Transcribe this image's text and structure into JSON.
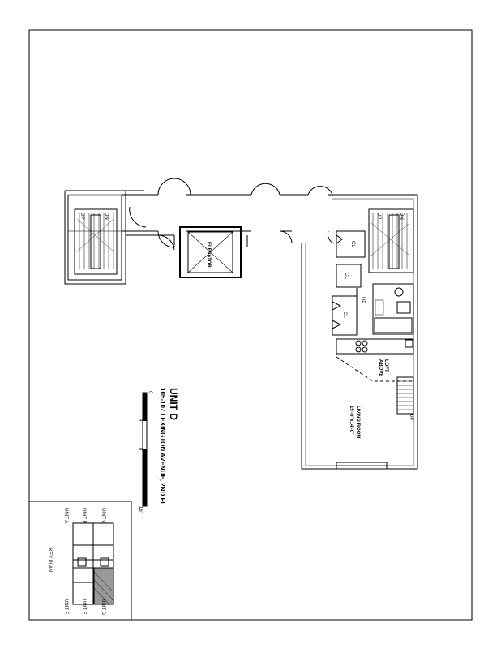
{
  "title": {
    "unit": "UNIT D",
    "address": "105-107 LEXINGTON AVENUE, 2ND FL"
  },
  "scale_bar": {
    "ticks": [
      "0",
      "4'",
      "8'",
      "16'"
    ]
  },
  "key_plan": {
    "title": "KEY PLAN",
    "units_left": [
      "UNIT A",
      "UNIT B",
      "UNIT C"
    ],
    "units_right": [
      "UNIT F",
      "UNIT E",
      "UNIT D"
    ]
  },
  "rooms": {
    "elevator": "ELEVATOR",
    "living_room": "LIVING ROOM",
    "living_room_dims": "15'-0\"x14'-0\"",
    "loft": "LOFT",
    "loft_sub": "ABOVE",
    "closet": "CL",
    "stair_up": "UP",
    "stair_down": "DN"
  }
}
